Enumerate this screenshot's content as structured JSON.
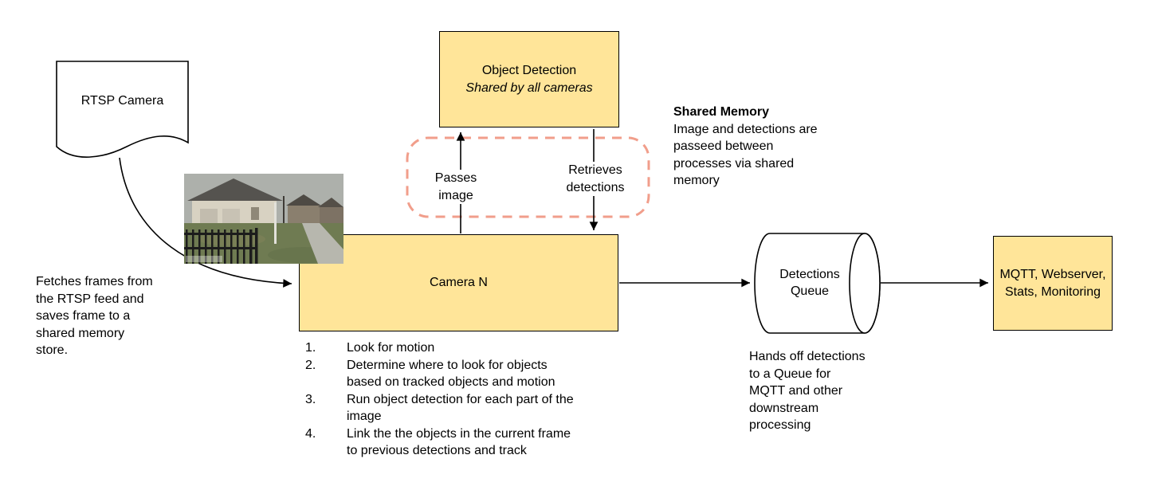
{
  "title": "Camera processing pipeline diagram",
  "colors": {
    "node_fill": "#ffe599",
    "node_border": "#000000",
    "shared_memory_outline": "#f19e8b",
    "arrow": "#000000",
    "background": "#ffffff"
  },
  "nodes": {
    "rtsp_camera": {
      "label": "RTSP Camera"
    },
    "object_detection": {
      "title": "Object Detection",
      "subtitle": "Shared by all cameras"
    },
    "camera_n": {
      "label": "Camera N"
    },
    "detections_queue": {
      "label": "Detections Queue"
    },
    "mqtt": {
      "label": "MQTT, Webserver, Stats, Monitoring"
    }
  },
  "edges": {
    "passes_image": {
      "label": "Passes image"
    },
    "retrieves_detections": {
      "label": "Retrieves detections"
    }
  },
  "notes": {
    "shared_memory": {
      "title": "Shared Memory",
      "body": "Image and detections are\npasseed between\nprocesses via shared\nmemory"
    },
    "fetch_frames": "Fetches frames from\nthe RTSP feed and\nsaves frame to a\nshared memory\nstore.",
    "queue_handoff": "Hands off detections\nto a Queue for\nMQTT and other\ndownstream\nprocessing"
  },
  "camera_steps": [
    {
      "num": "1.",
      "text": "Look for motion"
    },
    {
      "num": "2.",
      "text": "Determine where to look for objects\nbased on tracked objects and motion"
    },
    {
      "num": "3.",
      "text": "Run object detection for each part of the\nimage"
    },
    {
      "num": "4.",
      "text": "Link the the objects in the current frame\nto previous detections and track"
    }
  ]
}
